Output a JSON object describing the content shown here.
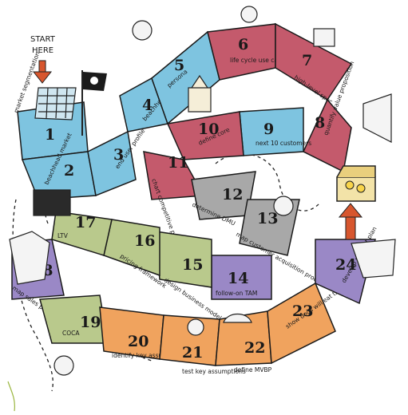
{
  "start": {
    "line1": "START",
    "line2": "HERE"
  },
  "colors": {
    "blue": "#7ec4e0",
    "red": "#c45a6c",
    "gray": "#a8a8a8",
    "green": "#b9c98c",
    "orange": "#f0a35e",
    "purple": "#9a88c6"
  },
  "steps": [
    {
      "number": "1",
      "label": "market segmentation",
      "color": "blue"
    },
    {
      "number": "2",
      "label": "beachhead market",
      "color": "blue"
    },
    {
      "number": "3",
      "label": "end user profile",
      "color": "blue"
    },
    {
      "number": "4",
      "label": "beachhead TAM size",
      "color": "blue"
    },
    {
      "number": "5",
      "label": "persona",
      "color": "blue"
    },
    {
      "number": "6",
      "label": "life cycle use case",
      "color": "red"
    },
    {
      "number": "7",
      "label": "high-level spec",
      "color": "red"
    },
    {
      "number": "8",
      "label": "quantify value proposition",
      "color": "red"
    },
    {
      "number": "9",
      "label": "next 10 customers",
      "color": "blue"
    },
    {
      "number": "10",
      "label": "define core",
      "color": "red"
    },
    {
      "number": "11",
      "label": "chart competitive position",
      "color": "red"
    },
    {
      "number": "12",
      "label": "determine DMU",
      "color": "gray"
    },
    {
      "number": "13",
      "label": "map customer acquisition process",
      "color": "gray"
    },
    {
      "number": "14",
      "label": "follow-on TAM",
      "color": "purple"
    },
    {
      "number": "15",
      "label": "design business model",
      "color": "green"
    },
    {
      "number": "16",
      "label": "pricing framework",
      "color": "green"
    },
    {
      "number": "17",
      "label": "LTV",
      "color": "green"
    },
    {
      "number": "18",
      "label": "map sales process",
      "color": "purple"
    },
    {
      "number": "19",
      "label": "COCA",
      "color": "green"
    },
    {
      "number": "20",
      "label": "identify key assumptions",
      "color": "orange"
    },
    {
      "number": "21",
      "label": "test key assumptions",
      "color": "orange"
    },
    {
      "number": "22",
      "label": "define MVBP",
      "color": "orange"
    },
    {
      "number": "23",
      "label": "show dogs will eat the dog food",
      "color": "orange"
    },
    {
      "number": "24",
      "label": "develop product plan",
      "color": "purple"
    }
  ]
}
